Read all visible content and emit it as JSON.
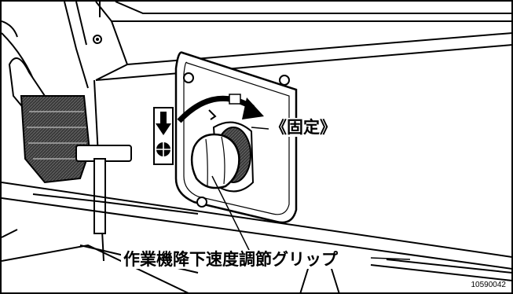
{
  "callouts": {
    "fixed_label": "《固定》",
    "lever_label": "作業機降下速度調節グリップ"
  },
  "figure_id": "10590042",
  "colors": {
    "line": "#000000",
    "background": "#ffffff",
    "shading": "#4a4a4a"
  },
  "icons": [
    "down-arrow-icon",
    "lowering-speed-symbol-icon",
    "lock-symbol-icon",
    "rotation-arrow-icon"
  ]
}
